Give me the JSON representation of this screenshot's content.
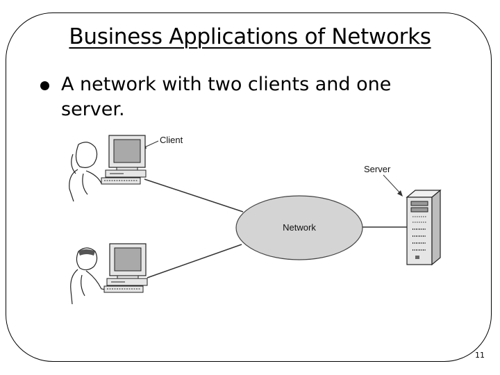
{
  "slide": {
    "title": "Business Applications of Networks",
    "bullet": "A network with two clients and one server.",
    "page_number": "11"
  },
  "diagram": {
    "client_label": "Client",
    "server_label": "Server",
    "network_label": "Network"
  },
  "colors": {
    "network_fill": "#d4d4d4",
    "screen_fill": "#a9a9a9",
    "device_fill": "#e6e6e6"
  },
  "icons": [
    "person-icon",
    "computer-icon",
    "server-icon",
    "bullet-icon"
  ]
}
